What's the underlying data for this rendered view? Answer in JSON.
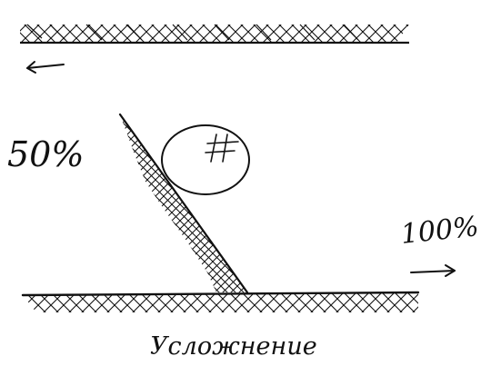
{
  "labels": {
    "left_percent": "50%",
    "right_percent": "100%",
    "caption": "Усложнение"
  },
  "colors": {
    "ink": "#111111",
    "paper": "#ffffff"
  },
  "icons": {
    "top_arrow": "arrow-left-icon",
    "right_arrow": "arrow-right-icon",
    "circle_mark": "hash-mark-icon"
  }
}
